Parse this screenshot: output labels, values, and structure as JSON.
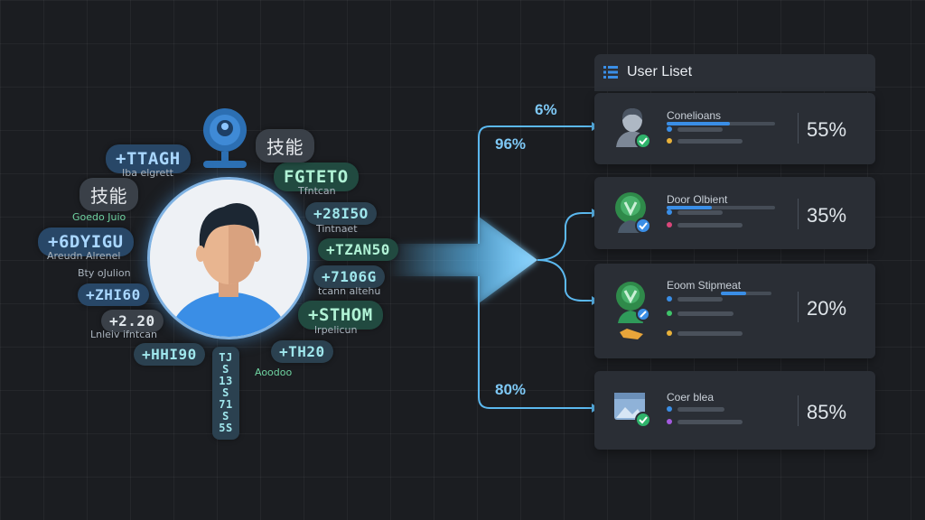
{
  "tags": [
    {
      "text": "+TTAGH",
      "sub": "Iba elgrett"
    },
    {
      "text": "技能",
      "sub": "Goedo Juio"
    },
    {
      "text": "+6DYIGU",
      "sub": "Areudn Alrenel"
    },
    {
      "text": "",
      "sub": "Bty oJulion"
    },
    {
      "text": "+ZHI60",
      "sub": ""
    },
    {
      "text": "+2.20",
      "sub": "Lnleiv ifntcan"
    },
    {
      "text": "+HHI90",
      "sub": ""
    },
    {
      "text": "TJS 13S 71S 5S",
      "sub": ""
    },
    {
      "text": "",
      "sub": "Aoodoo"
    },
    {
      "text": "+TH20",
      "sub": ""
    },
    {
      "text": "+STHOM",
      "sub": "lrpelicun"
    },
    {
      "text": "+7106G",
      "sub": "tcann altehu"
    },
    {
      "text": "+TZAN50",
      "sub": ""
    },
    {
      "text": "+28I5O",
      "sub": "Tintnaet"
    },
    {
      "text": "FGTETO",
      "sub": "Tfntcan"
    },
    {
      "text": "技能",
      "sub": ""
    }
  ],
  "flow_percents": [
    "6%",
    "96%",
    "80%"
  ],
  "user_list": {
    "title": "User Liset",
    "items": [
      {
        "label": "Conelioans",
        "percent": "55%",
        "bar": 0.58,
        "dots": [
          "#3a8ee6",
          "#e8b13a"
        ],
        "avatar": "person-icon"
      },
      {
        "label": "Door Olbient",
        "percent": "35%",
        "bar": 0.42,
        "dots": [
          "#3a8ee6",
          "#d9467a"
        ],
        "avatar": "tree-icon"
      },
      {
        "label": "Eoom Stipmeat",
        "percent": "20%",
        "bar": 0.5,
        "dots": [
          "#3a8ee6",
          "#3fc46a",
          "#e8b13a"
        ],
        "avatar": "tree-icon"
      },
      {
        "label": "Coer blea",
        "percent": "85%",
        "bar": 0.0,
        "dots": [
          "#3a8ee6",
          "#a45adf"
        ],
        "avatar": "image-icon"
      }
    ]
  },
  "colors": {
    "accent": "#3a8ee6",
    "flow": "#5bb8ef",
    "success": "#2fb36b"
  }
}
